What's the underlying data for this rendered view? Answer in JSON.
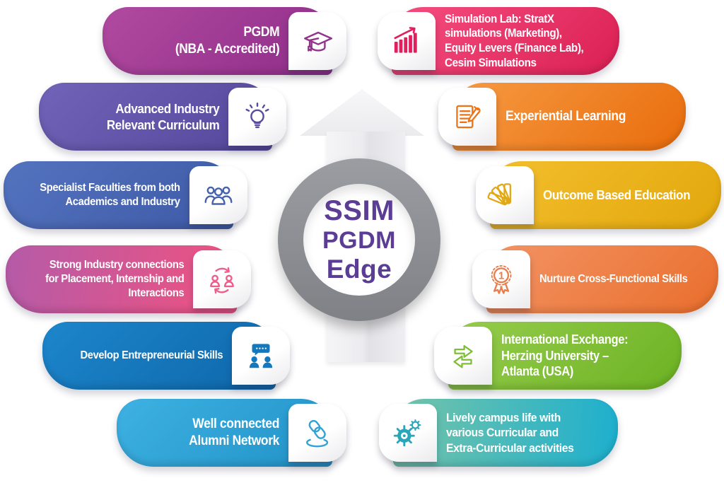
{
  "center": {
    "line1": "SSIM",
    "line2": "PGDM",
    "line3": "Edge",
    "text_color": "#5b3d96",
    "color_start": "#9b9da2",
    "color_end": "#7f8186",
    "angle": "180deg"
  },
  "left_items": [
    {
      "label": "PGDM\n(NBA - Accredited)",
      "icon": "graduation-cap",
      "color_start": "#b14aa0",
      "color_end": "#8e2d88",
      "icon_color": "#93338d"
    },
    {
      "label": "Advanced Industry\nRelevant Curriculum",
      "icon": "lightbulb",
      "color_start": "#7163b8",
      "color_end": "#54479a",
      "icon_color": "#5a4b9e"
    },
    {
      "label": "Specialist Faculties from both\nAcademics and Industry",
      "icon": "people-group",
      "color_start": "#5473bf",
      "color_end": "#3d59a6",
      "icon_color": "#4662ae"
    },
    {
      "label": "Strong Industry connections\nfor Placement, Internship and\nInteractions",
      "icon": "people-exchange",
      "color_start": "#b55ba8",
      "color_end": "#f0527f",
      "icon_color": "#ed5f8b",
      "angle": "100deg"
    },
    {
      "label": "Develop Entrepreneurial Skills",
      "icon": "presentation-people",
      "color_start": "#1d86cc",
      "color_end": "#0e66a9",
      "icon_color": "#1478bd"
    },
    {
      "label": "Well connected\nAlumni Network",
      "icon": "chain-link",
      "color_start": "#3eb2e3",
      "color_end": "#2191c6",
      "icon_color": "#2fa3d6"
    }
  ],
  "right_items": [
    {
      "label": "Simulation Lab: StratX\nsimulations (Marketing),\nEquity Levers (Finance Lab),\nCesim Simulations",
      "icon": "bar-chart-growth",
      "color_start": "#f64e80",
      "color_end": "#da1f53",
      "icon_color": "#e21f5e"
    },
    {
      "label": "Experiential Learning",
      "icon": "notepad-pencil",
      "color_start": "#f79a42",
      "color_end": "#e86c0c",
      "icon_color": "#ec7316"
    },
    {
      "label": "Outcome Based Education",
      "icon": "swatch-fan",
      "color_start": "#f3bf2e",
      "color_end": "#e2a70c",
      "icon_color": "#e0a716"
    },
    {
      "label": "Nurture Cross-Functional Skills",
      "icon": "medal-first",
      "color_start": "#f39465",
      "color_end": "#e96e2c",
      "icon_color": "#e87c4a"
    },
    {
      "label": "International Exchange:\nHerzing University –\nAtlanta (USA)",
      "icon": "exchange-arrows",
      "color_start": "#97cd4d",
      "color_end": "#6cb223",
      "icon_color": "#7fbf35"
    },
    {
      "label": "Lively campus life with\nvarious Curricular and\nExtra-Curricular activities",
      "icon": "gears",
      "color_start": "#76c4a8",
      "color_end": "#1dafce",
      "icon_color": "#2aa6bb",
      "angle": "95deg"
    }
  ]
}
